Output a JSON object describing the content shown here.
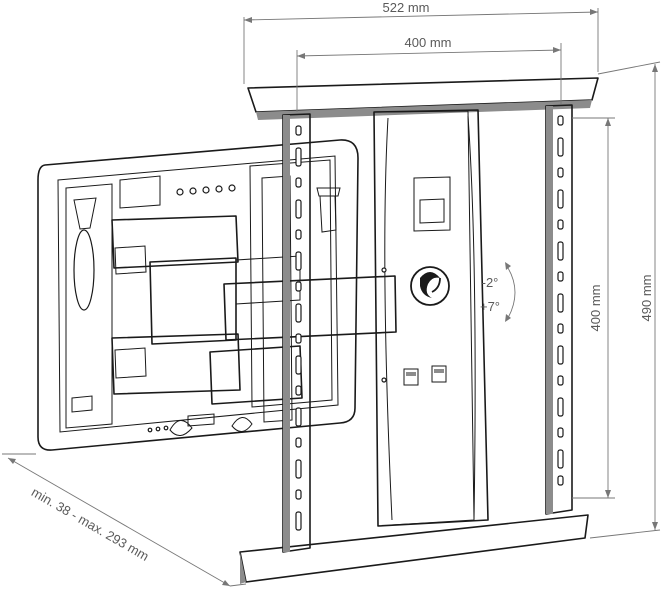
{
  "dimensions": {
    "overall_width": "522 mm",
    "vesa_width": "400 mm",
    "vesa_height": "400 mm",
    "overall_height": "490 mm",
    "depth_range": "min. 38 - max. 293 mm",
    "tilt_minus": "-2°",
    "tilt_plus": "+7°"
  },
  "colors": {
    "line": "#1a1a1a",
    "shade": "#8c8c8c",
    "dimension": "#777777",
    "text": "#5a5a5a"
  }
}
